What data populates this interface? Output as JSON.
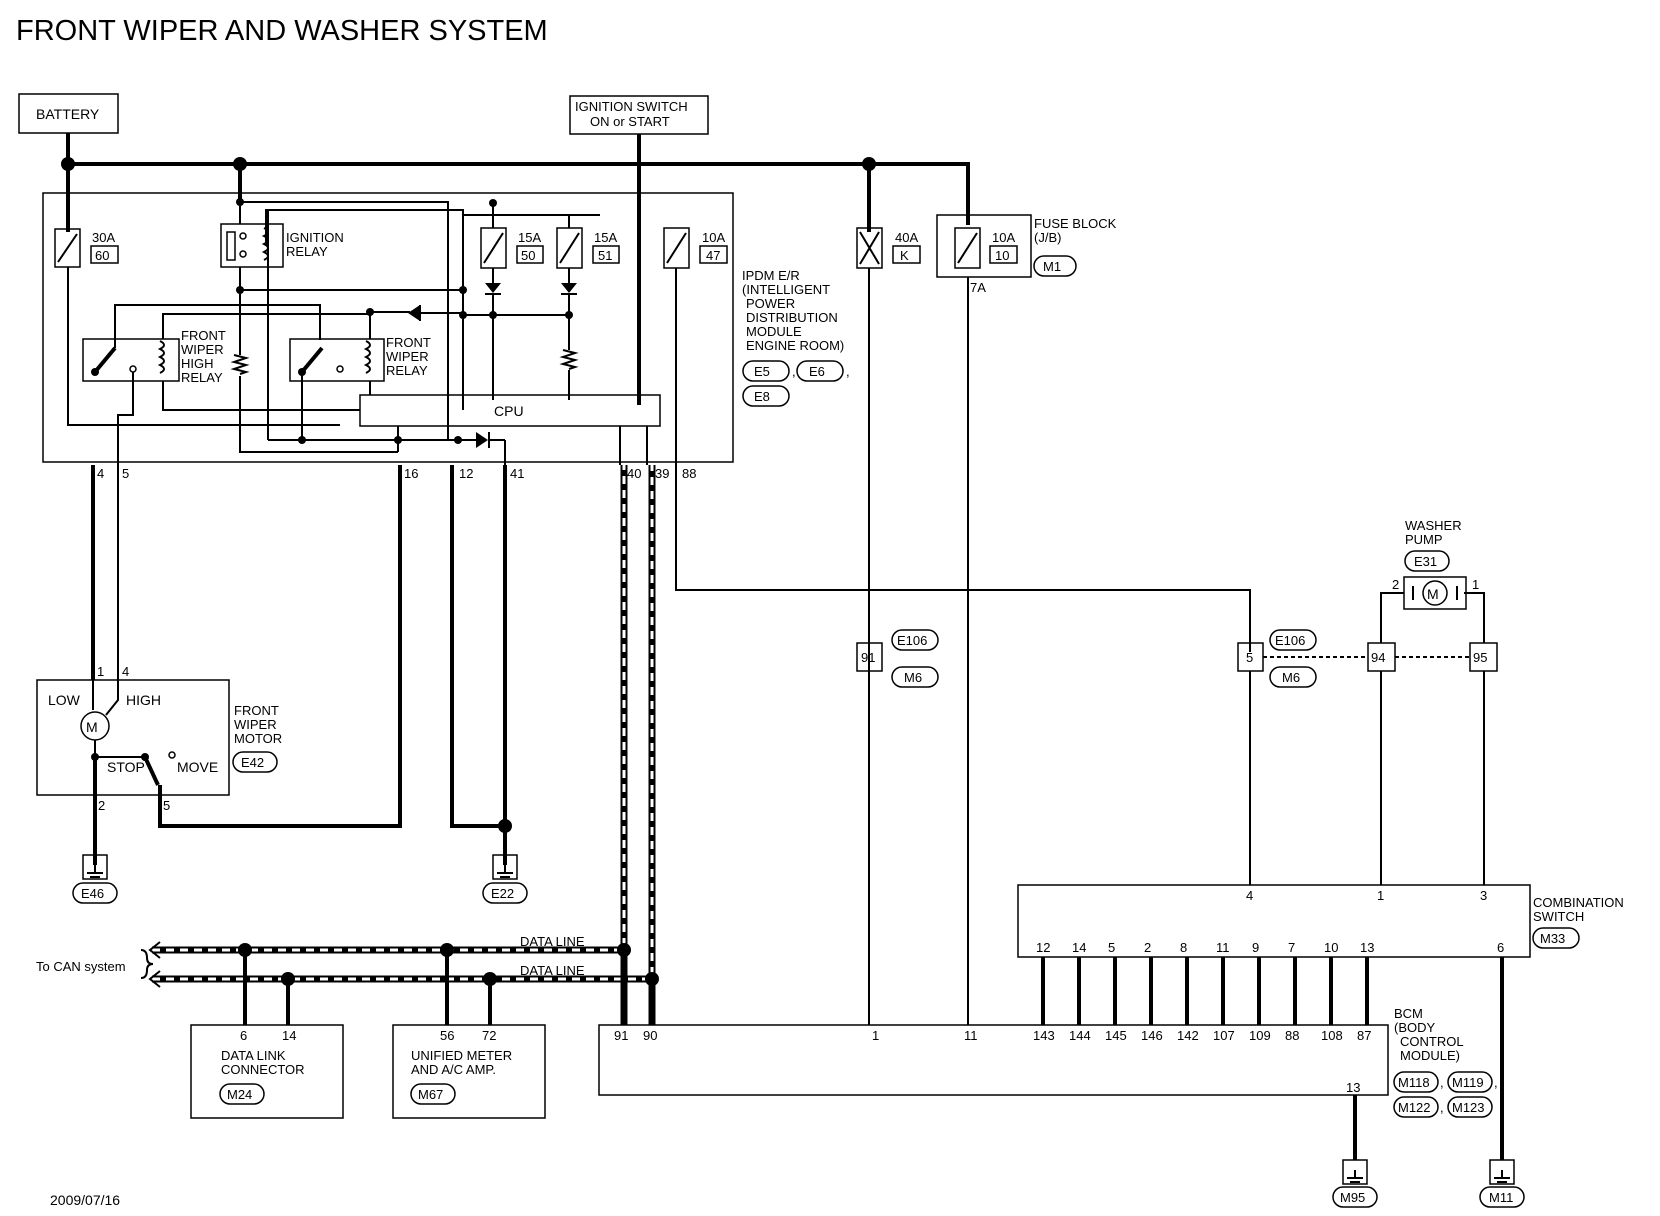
{
  "title": "FRONT WIPER AND WASHER SYSTEM",
  "date": "2009/07/16",
  "battery": "BATTERY",
  "ignition_switch": [
    "IGNITION SWITCH",
    "ON or START"
  ],
  "ipdm": {
    "name": [
      "IPDM E/R",
      "(INTELLIGENT",
      "POWER",
      "DISTRIBUTION",
      "MODULE",
      "ENGINE ROOM)"
    ],
    "connectors": [
      "E5",
      "E6",
      "E8"
    ],
    "fuses": [
      {
        "rating": "30A",
        "number": "60"
      },
      {
        "rating": "15A",
        "number": "50"
      },
      {
        "rating": "15A",
        "number": "51"
      },
      {
        "rating": "10A",
        "number": "47"
      }
    ],
    "ignition_relay": [
      "IGNITION",
      "RELAY"
    ],
    "high_relay": [
      "FRONT",
      "WIPER",
      "HIGH",
      "RELAY"
    ],
    "wiper_relay": [
      "FRONT",
      "WIPER",
      "RELAY"
    ],
    "cpu": "CPU",
    "pins": [
      "4",
      "5",
      "16",
      "12",
      "41",
      "40",
      "39",
      "88"
    ]
  },
  "fusible_link": {
    "rating": "40A",
    "number": "K"
  },
  "fuse_block": {
    "name": [
      "FUSE BLOCK",
      "(J/B)"
    ],
    "rating": "10A",
    "number": "10",
    "connector": "M1",
    "pin": "7A"
  },
  "wiper_motor": {
    "name": [
      "FRONT",
      "WIPER",
      "MOTOR"
    ],
    "connector": "E42",
    "low": "LOW",
    "high": "HIGH",
    "stop": "STOP",
    "move": "MOVE",
    "motor": "M",
    "pins": [
      "1",
      "4",
      "2",
      "5"
    ]
  },
  "grounds": [
    "E46",
    "E22",
    "M95",
    "M11"
  ],
  "washer_pump": {
    "name": [
      "WASHER",
      "PUMP"
    ],
    "connector": "E31",
    "motor": "M",
    "pins": [
      "2",
      "1"
    ]
  },
  "joint_connectors": {
    "a": "E106",
    "b": "M6",
    "pins": [
      "91",
      "5",
      "94",
      "95"
    ]
  },
  "combination_switch": {
    "name": [
      "COMBINATION",
      "SWITCH"
    ],
    "connector": "M33",
    "top_pins": [
      "4",
      "1",
      "3"
    ],
    "bottom_pins": [
      "12",
      "14",
      "5",
      "2",
      "8",
      "11",
      "9",
      "7",
      "10",
      "13",
      "6"
    ]
  },
  "can": {
    "to": "To CAN system",
    "line": "DATA LINE"
  },
  "data_link": {
    "name": [
      "DATA LINK",
      "CONNECTOR"
    ],
    "connector": "M24",
    "pins": [
      "6",
      "14"
    ]
  },
  "meter": {
    "name": [
      "UNIFIED METER",
      "AND A/C AMP."
    ],
    "connector": "M67",
    "pins": [
      "56",
      "72"
    ]
  },
  "bcm": {
    "name": [
      "BCM",
      "(BODY",
      "CONTROL",
      "MODULE)"
    ],
    "connectors": [
      "M118",
      "M119",
      "M122",
      "M123"
    ],
    "pins": [
      "91",
      "90",
      "1",
      "11",
      "143",
      "144",
      "145",
      "146",
      "142",
      "107",
      "109",
      "88",
      "108",
      "87",
      "13"
    ]
  }
}
